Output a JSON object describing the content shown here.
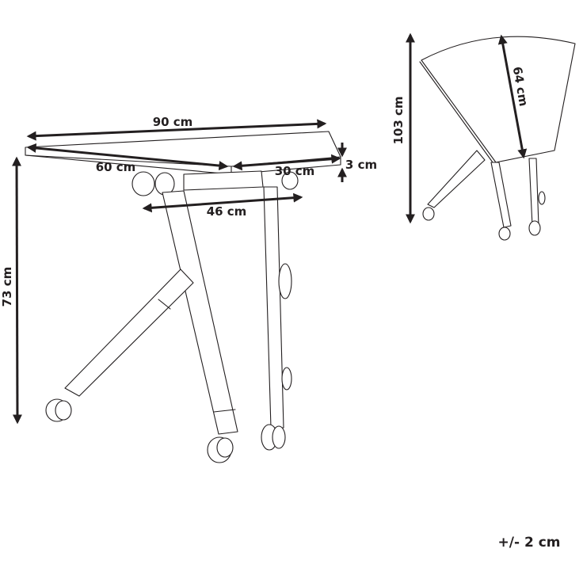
{
  "diagram": {
    "subject": "folding table with casters",
    "views": [
      {
        "name": "unfolded-view",
        "dimensions": {
          "width": "90 cm",
          "depth_left": "60 cm",
          "depth_right": "30 cm",
          "top_thickness": "3 cm",
          "leg_span": "46 cm",
          "height": "73 cm"
        }
      },
      {
        "name": "folded-view",
        "dimensions": {
          "folded_height": "103 cm",
          "top_depth": "64 cm"
        }
      }
    ],
    "tolerance": "+/- 2 cm",
    "colors": {
      "line": "#231f20",
      "background": "#ffffff"
    }
  }
}
